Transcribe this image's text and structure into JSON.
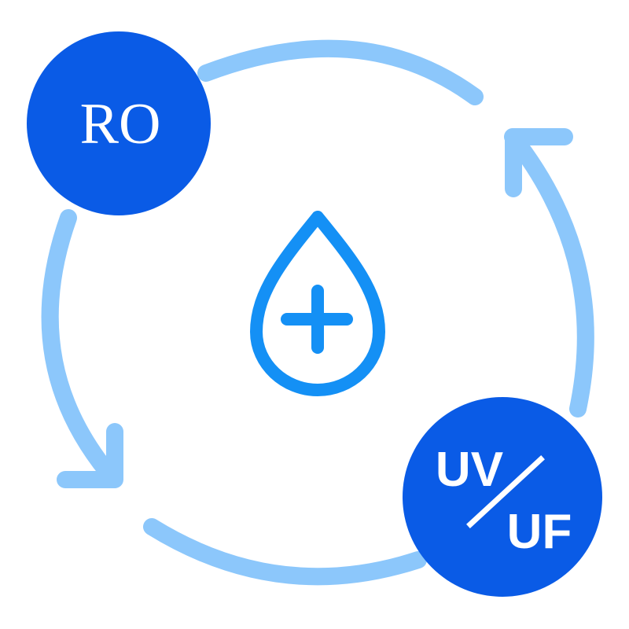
{
  "colors": {
    "cycle_arrows": "#8cc7fb",
    "badge_fill": "#0a5be6",
    "badge_text": "#ffffff",
    "drop_icon": "#1490f5",
    "background": "#ffffff"
  },
  "badges": {
    "ro": {
      "label": "RO"
    },
    "uv_uf": {
      "top_label": "UV",
      "bottom_label": "UF"
    }
  },
  "icons": {
    "center": "water-drop-plus-icon",
    "arrows": "cycle-arrow-icon"
  }
}
